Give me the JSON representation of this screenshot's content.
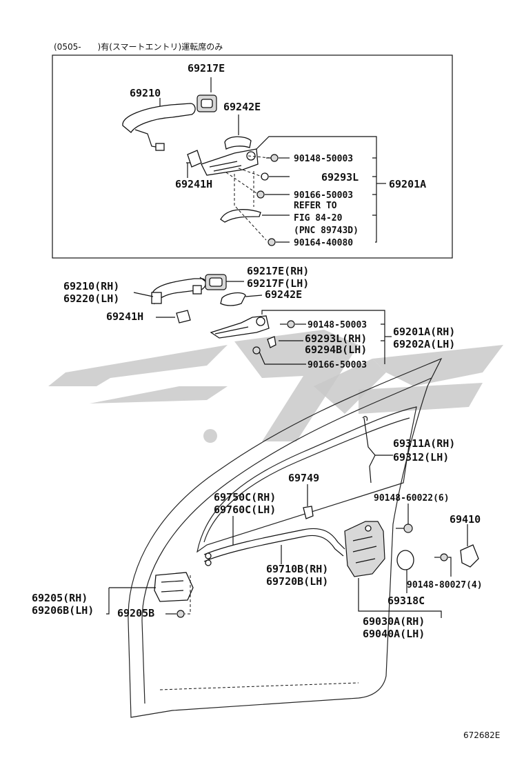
{
  "header_note": "(0505-　　)有(スマートエントリ)運転席のみ",
  "figure_id": "672682E",
  "watermark": {
    "kind": "stylized logo",
    "color": "#c9c9c9"
  },
  "inset": {
    "labels": {
      "p69217E": "69217E",
      "p69210": "69210",
      "p69242E": "69242E",
      "p90148_50003": "90148-50003",
      "p69293L": "69293L",
      "p69201A": "69201A",
      "p69241H": "69241H",
      "p90166_50003": "90166-50003",
      "refer1": "REFER TO",
      "refer2": "FIG 84-20",
      "refer3": "(PNC 89743D)",
      "p90164_40080": "90164-40080"
    }
  },
  "main": {
    "labels": {
      "p69217E_rh": "69217E(RH)",
      "p69217F_lh": "69217F(LH)",
      "p69210_rh": "69210(RH)",
      "p69220_lh": "69220(LH)",
      "p69242E": "69242E",
      "p69241H": "69241H",
      "p90148_50003": "90148-50003",
      "p69201A_rh": "69201A(RH)",
      "p69202A_lh": "69202A(LH)",
      "p69293L_rh": "69293L(RH)",
      "p69294B_lh": "69294B(LH)",
      "p90166_50003": "90166-50003",
      "p69311A_rh": "69311A(RH)",
      "p69312_lh": "69312(LH)",
      "p69749": "69749",
      "p90148_60022": "90148-60022(6)",
      "p69410": "69410",
      "p69750C_rh": "69750C(RH)",
      "p69760C_lh": "69760C(LH)",
      "p69710B_rh": "69710B(RH)",
      "p69720B_lh": "69720B(LH)",
      "p90148_80027": "90148-80027(4)",
      "p69318C": "69318C",
      "p69205_rh": "69205(RH)",
      "p69206B_lh": "69206B(LH)",
      "p69205B": "69205B",
      "p69030A_rh": "69030A(RH)",
      "p69040A_lh": "69040A(LH)"
    }
  }
}
